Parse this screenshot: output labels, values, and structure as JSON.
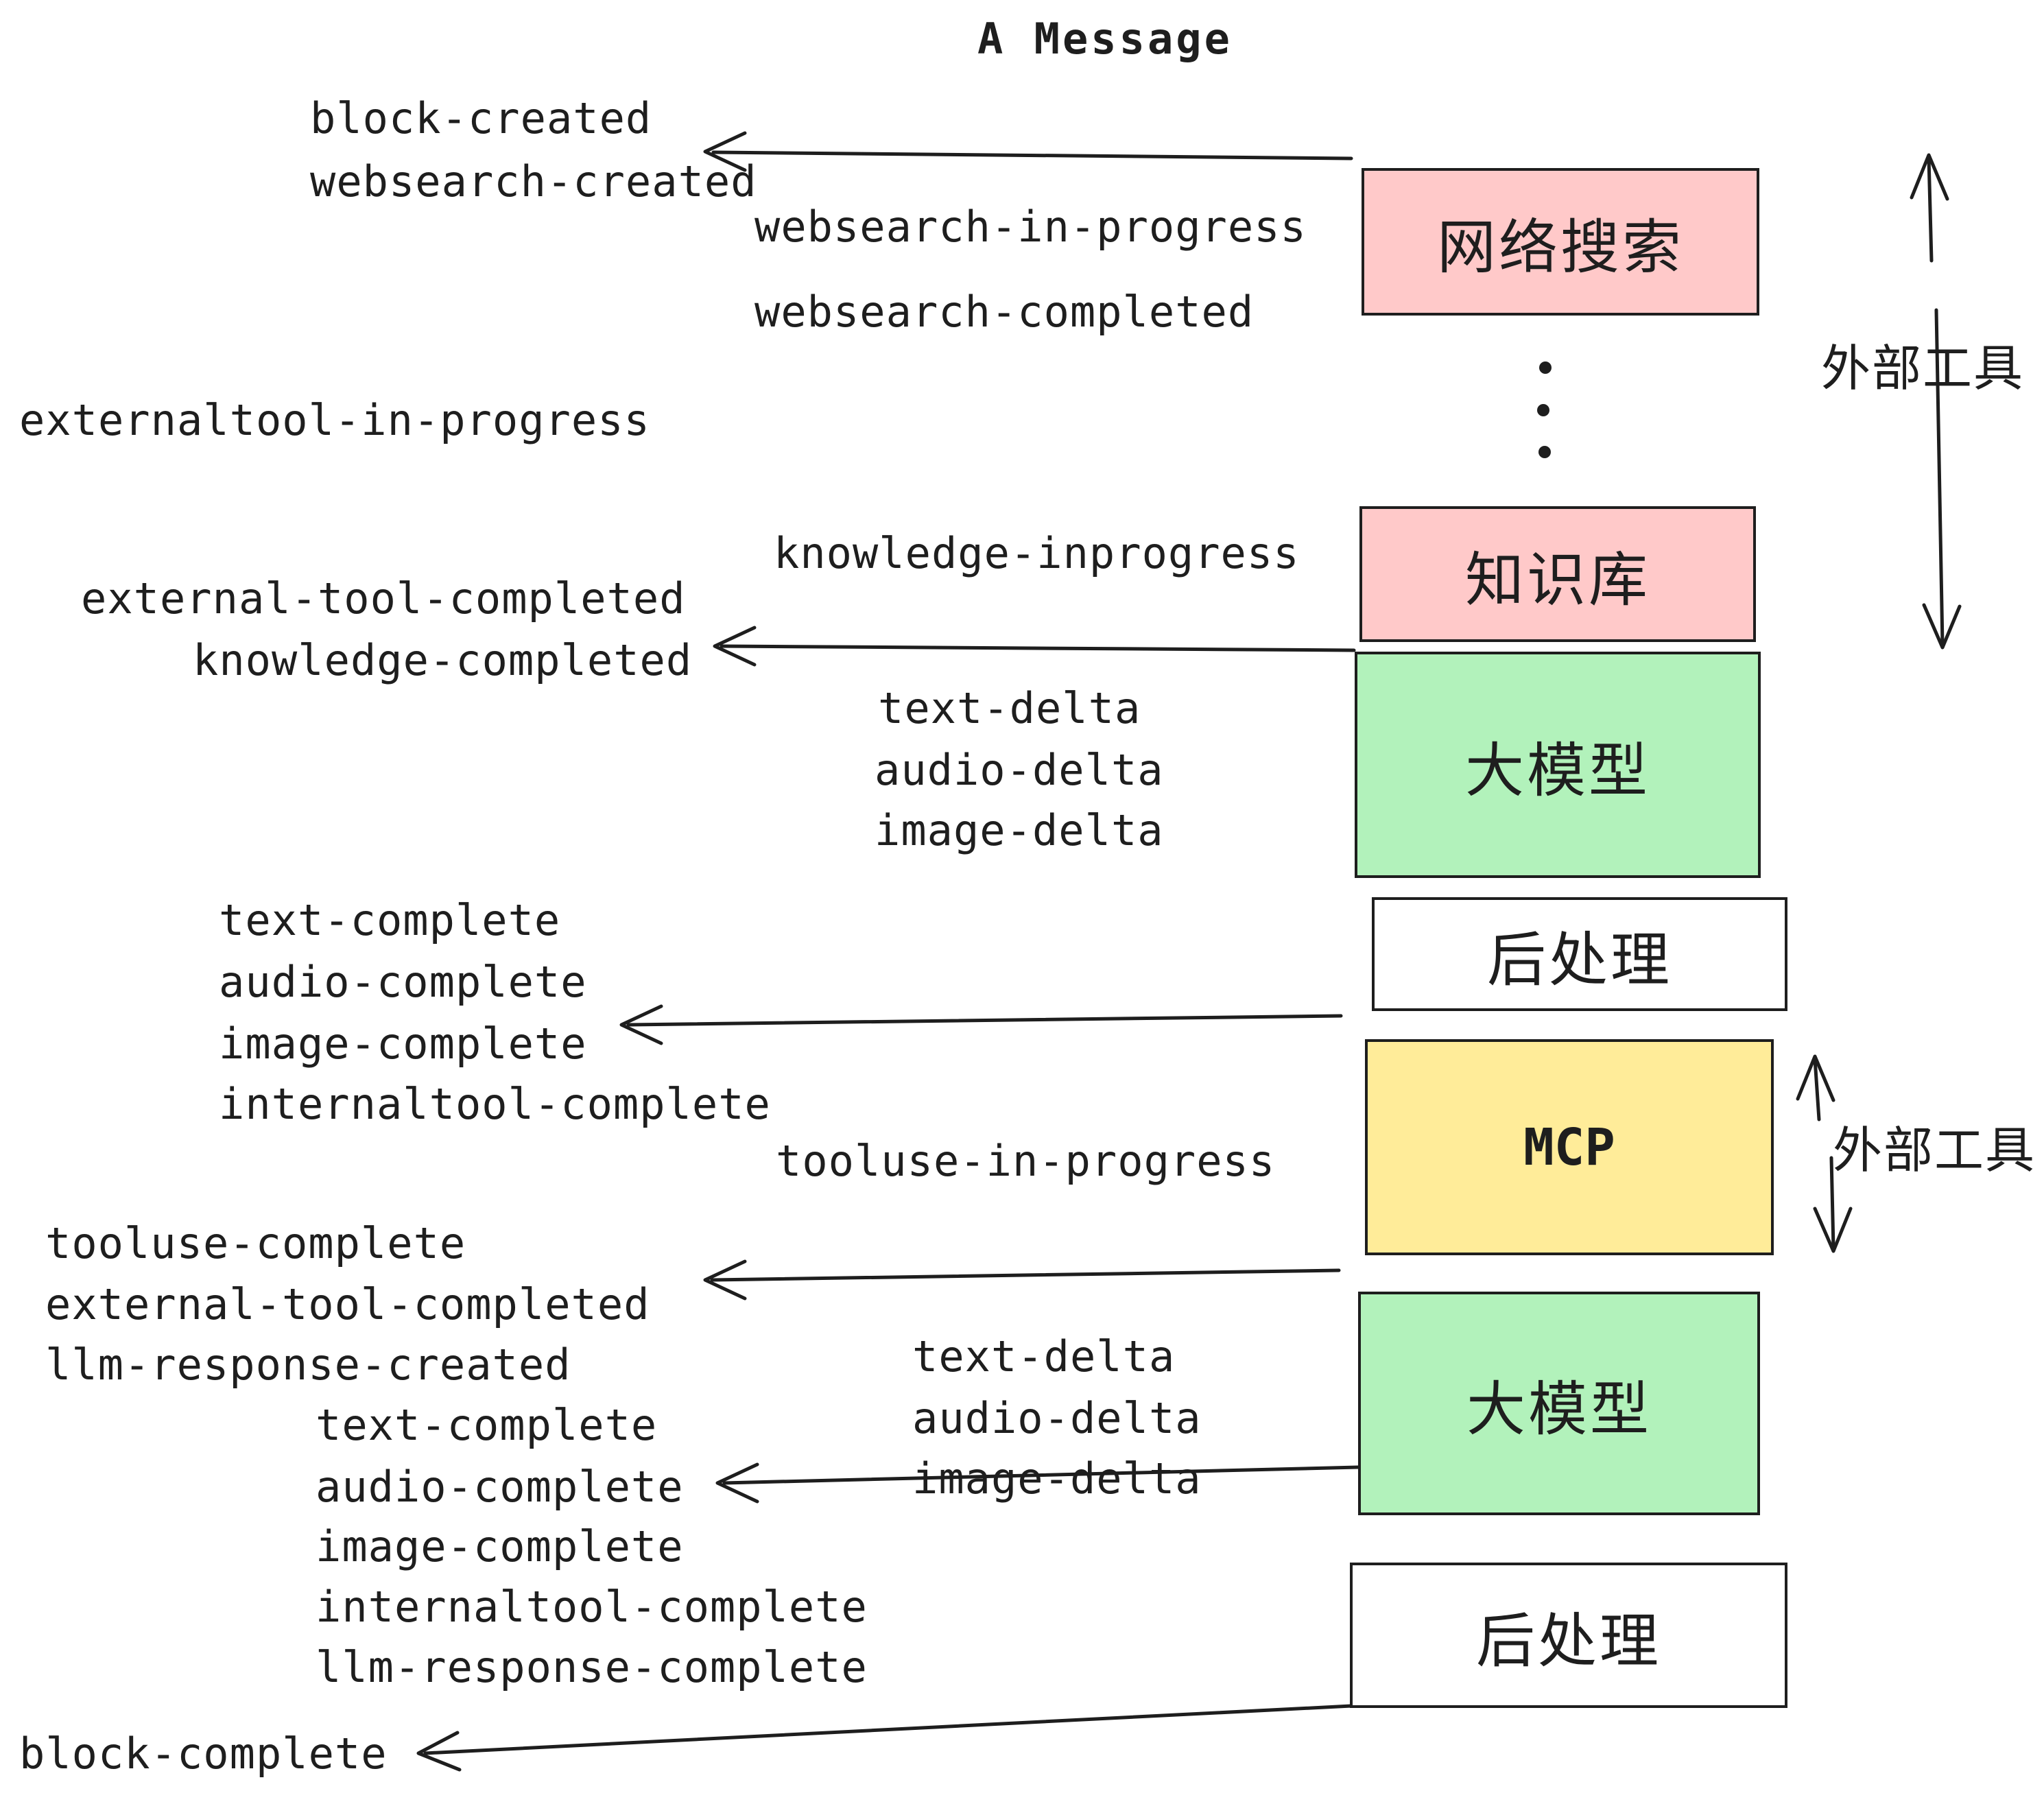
{
  "title": "A Message",
  "colors": {
    "ink": "#1e1e1e",
    "paper": "#ffffff",
    "pink": "#ffc9c9",
    "green": "#b2f2bb",
    "yellow": "#ffec99",
    "white": "#ffffff"
  },
  "boxes": {
    "websearch": {
      "label": "网络搜索",
      "fill": "#ffc9c9"
    },
    "knowledge": {
      "label": "知识库",
      "fill": "#ffc9c9"
    },
    "llm1": {
      "label": "大模型",
      "fill": "#b2f2bb"
    },
    "post1": {
      "label": "后处理",
      "fill": "#ffffff"
    },
    "mcp": {
      "label": "MCP",
      "fill": "#ffec99"
    },
    "llm2": {
      "label": "大模型",
      "fill": "#b2f2bb"
    },
    "post2": {
      "label": "后处理",
      "fill": "#ffffff"
    }
  },
  "side_labels": {
    "external_tools_top": "外部工具",
    "external_tools_bottom": "外部工具"
  },
  "events": {
    "block_created": "block-created",
    "websearch_created": "websearch-created",
    "websearch_in_progress": "websearch-in-progress",
    "websearch_completed": "websearch-completed",
    "externaltool_in_progress": "externaltool-in-progress",
    "knowledge_inprogress": "knowledge-inprogress",
    "external_tool_completed_1": "external-tool-completed",
    "knowledge_completed": "knowledge-completed",
    "text_delta_1": "text-delta",
    "audio_delta_1": "audio-delta",
    "image_delta_1": "image-delta",
    "text_complete_1": "text-complete",
    "audio_complete_1": "audio-complete",
    "image_complete_1": "image-complete",
    "internaltool_complete_1": "internaltool-complete",
    "tooluse_in_progress": "tooluse-in-progress",
    "tooluse_complete": "tooluse-complete",
    "external_tool_completed_2": "external-tool-completed",
    "llm_response_created": "llm-response-created",
    "text_delta_2": "text-delta",
    "audio_delta_2": "audio-delta",
    "image_delta_2": "image-delta",
    "text_complete_2": "text-complete",
    "audio_complete_2": "audio-complete",
    "image_complete_2": "image-complete",
    "internaltool_complete_2": "internaltool-complete",
    "llm_response_complete": "llm-response-complete",
    "block_complete": "block-complete"
  }
}
